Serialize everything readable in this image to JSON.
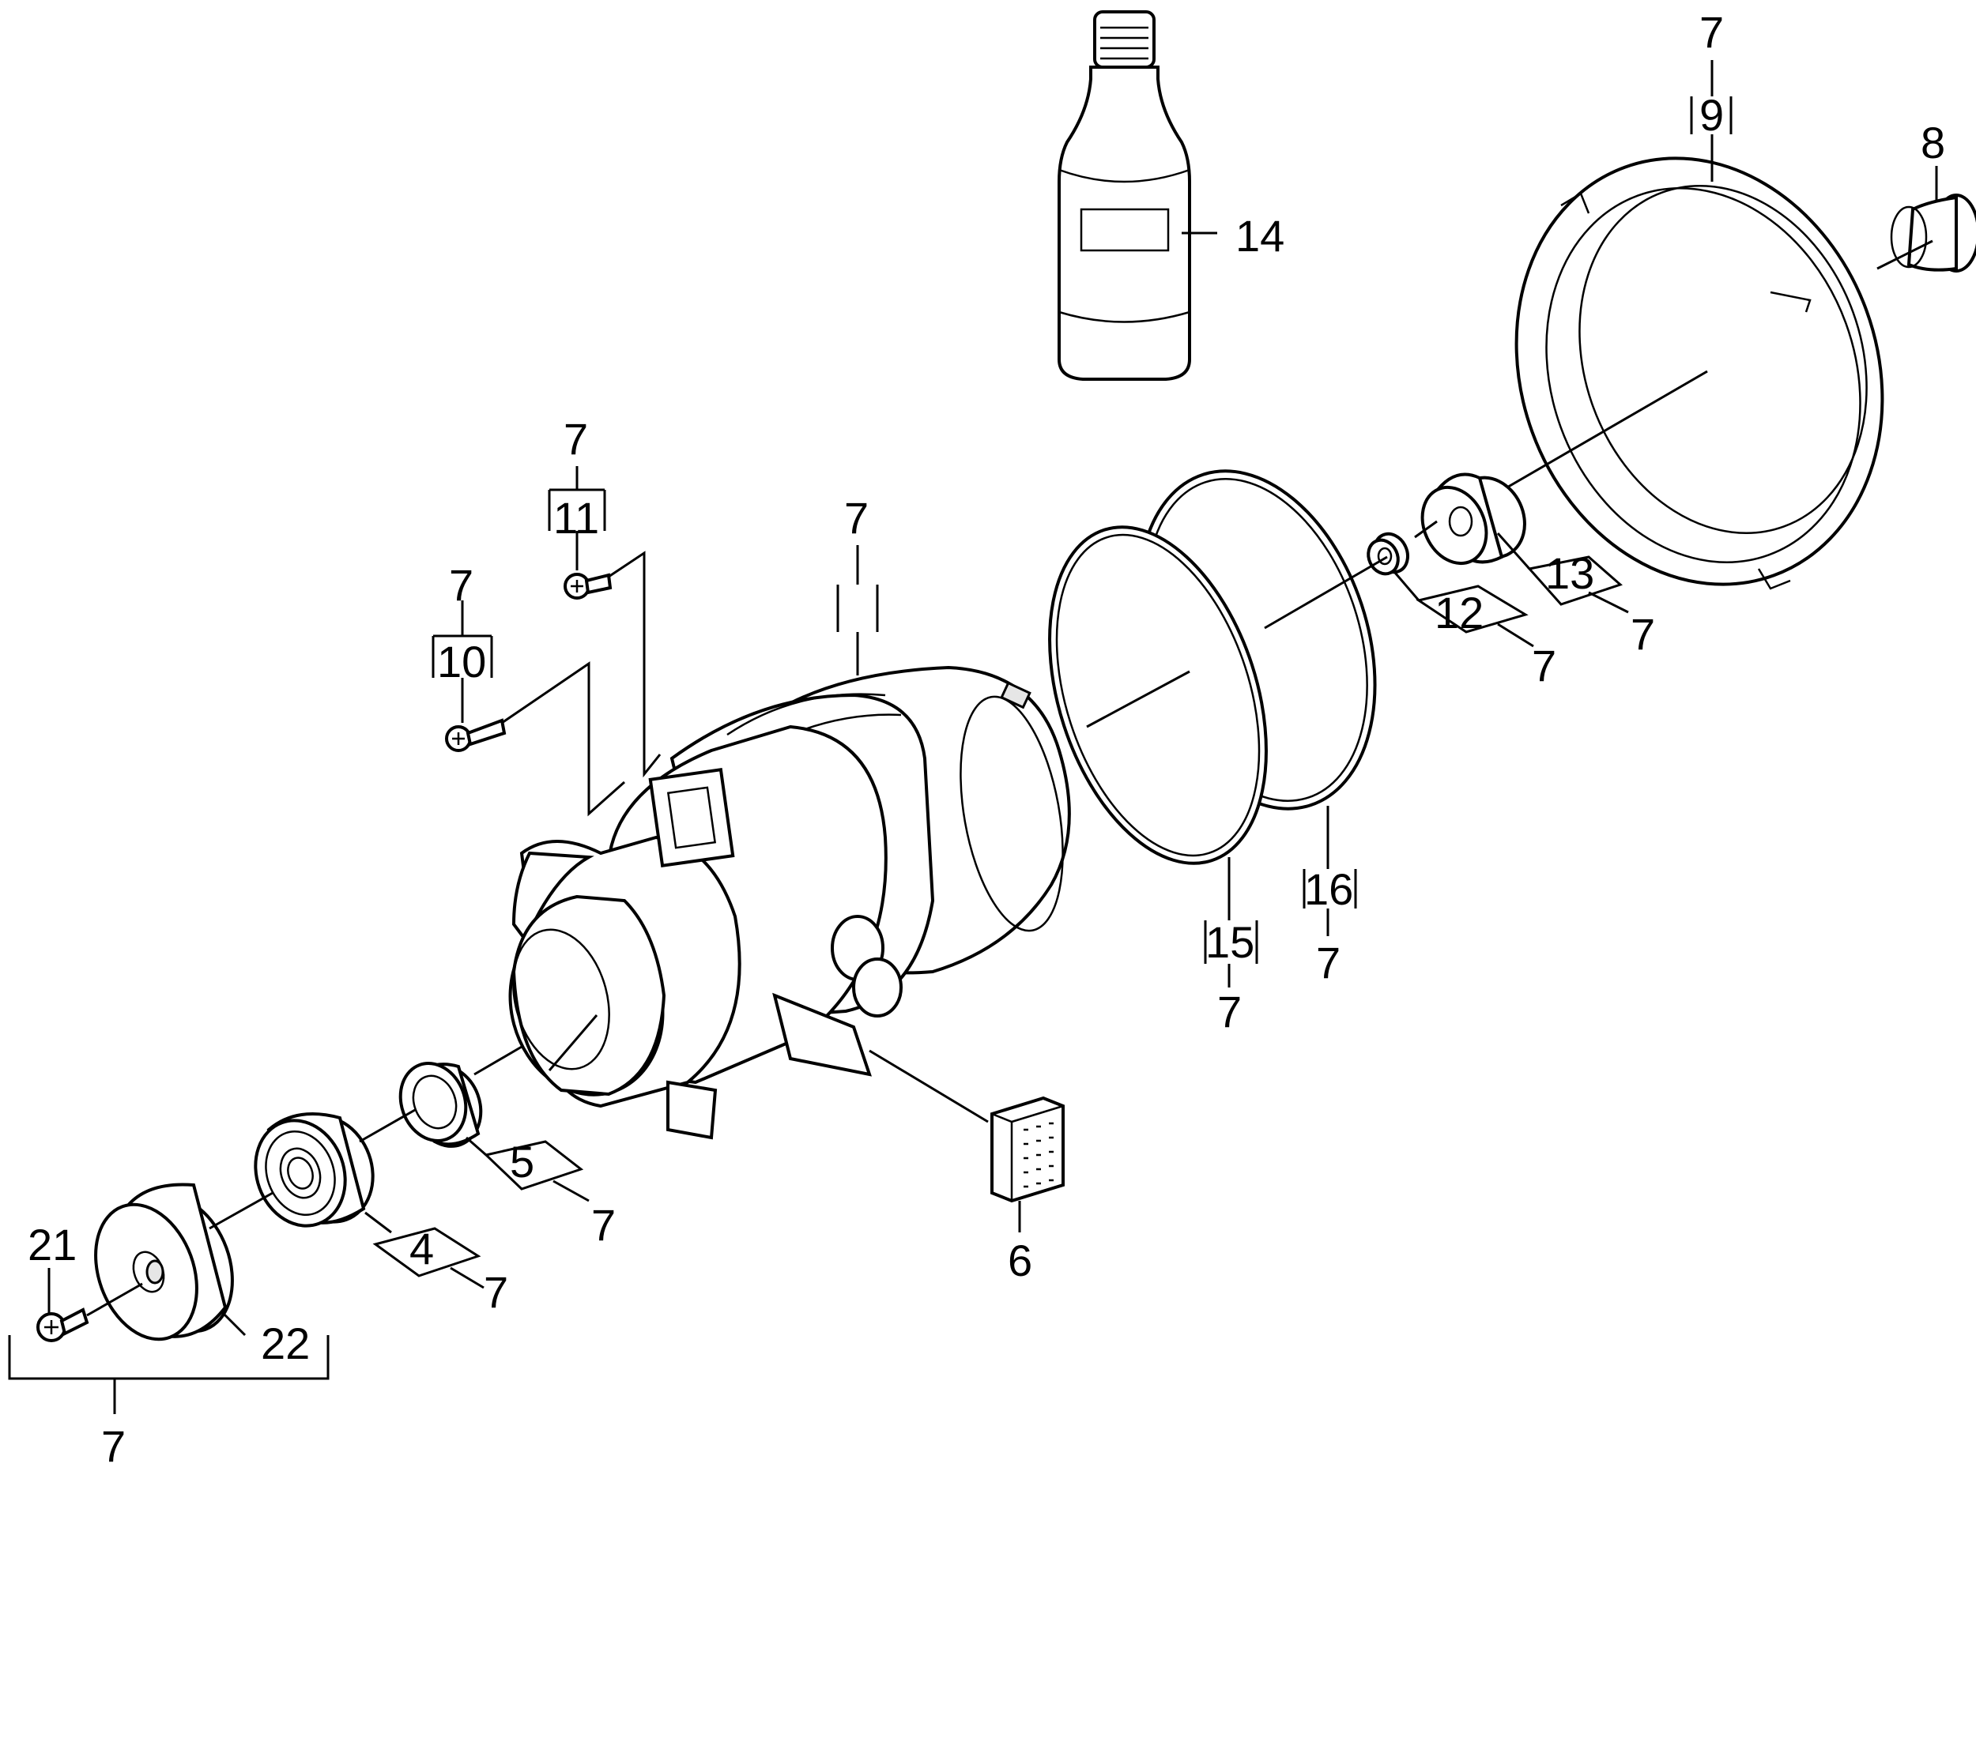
{
  "labels": {
    "n4": "4",
    "n4_ref": "7",
    "n5": "5",
    "n5_ref": "7",
    "n6": "6",
    "n7_body": "7",
    "n8": "8",
    "n9": "9",
    "n9_ref": "7",
    "n10": "10",
    "n10_ref": "7",
    "n11": "11",
    "n11_ref": "7",
    "n12": "12",
    "n12_ref": "7",
    "n13": "13",
    "n13_ref": "7",
    "n14": "14",
    "n15": "15",
    "n15_ref": "7",
    "n16": "16",
    "n16_ref": "7",
    "n21": "21",
    "n22": "22",
    "group_ref": "7"
  }
}
